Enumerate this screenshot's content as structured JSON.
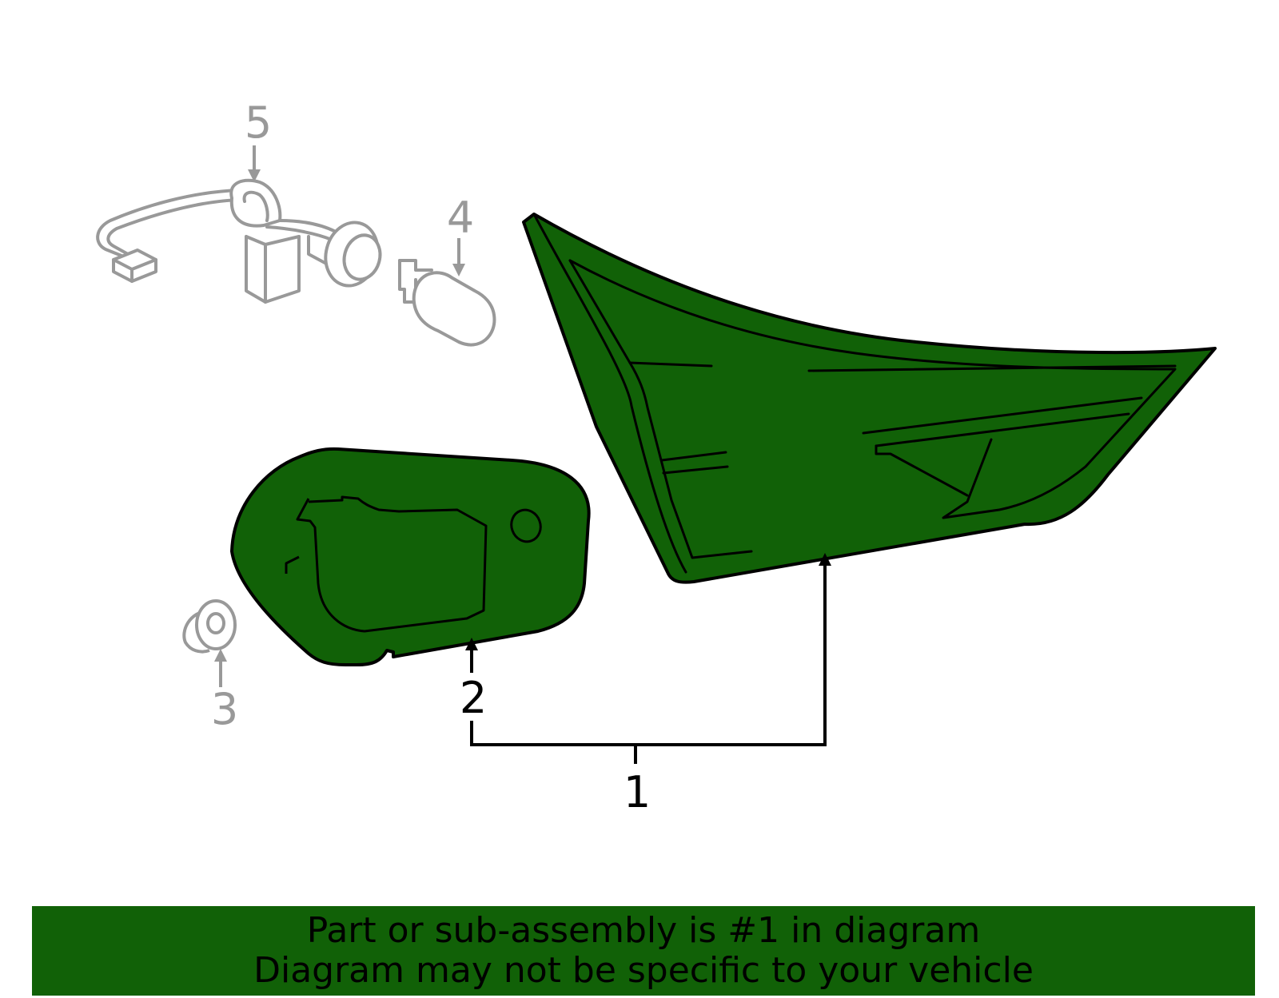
{
  "diagram": {
    "callouts": {
      "c1": "1",
      "c2": "2",
      "c3": "3",
      "c4": "4",
      "c5": "5"
    },
    "colors": {
      "part_fill": "#116107",
      "highlight_stroke": "#000000",
      "context_stroke": "#999999",
      "banner_background": "#116107"
    }
  },
  "banner": {
    "line1": "Part or sub-assembly is #1 in diagram",
    "line2": "Diagram may not be specific to your vehicle"
  }
}
